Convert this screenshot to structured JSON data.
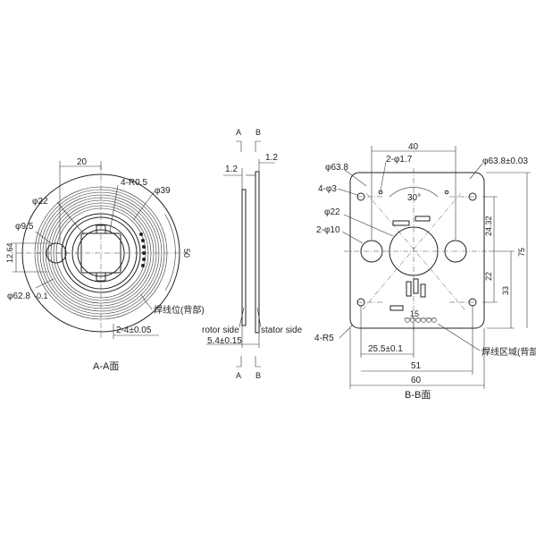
{
  "drawing": {
    "rotor_view": {
      "caption": "A-A面",
      "dims": {
        "width_top": "20",
        "corner_radius": "4-R0.5",
        "dia_22": "φ22",
        "dia_39": "φ39",
        "dia_9_5": "φ9.5",
        "height_12_64": "12.64",
        "height_50": "50",
        "dia_62_8": "φ62.8",
        "tol_62_8": "-0.1",
        "weld_note": "焊线位(背部)",
        "pad_dim": "2-4±0.05"
      }
    },
    "side_view": {
      "section_a_top": "A",
      "section_b_top": "B",
      "section_a_bottom": "A",
      "section_b_bottom": "B",
      "thk_left": "1.2",
      "thk_right": "1.2",
      "rotor_label": "rotor side",
      "stator_label": "stator side",
      "gap": "5.4±0.15"
    },
    "stator_view": {
      "caption": "B-B面",
      "dims": {
        "width_40": "40",
        "dia_63_8_left": "φ63.8",
        "holes_1_7": "2-φ1.7",
        "dia_63_8_tol": "φ63.8±0.03",
        "holes_3": "4-φ3",
        "angle": "30°",
        "dia_22": "φ22",
        "holes_10": "2-φ10",
        "dim_24_32": "24.32",
        "dim_22": "22",
        "dim_33": "33",
        "dim_75": "75",
        "corner_r5": "4-R5",
        "dim_15": "15",
        "dim_25_5": "25.5±0.1",
        "dim_51": "51",
        "dim_60": "60",
        "weld_area": "焊线区域(背部)"
      }
    }
  }
}
